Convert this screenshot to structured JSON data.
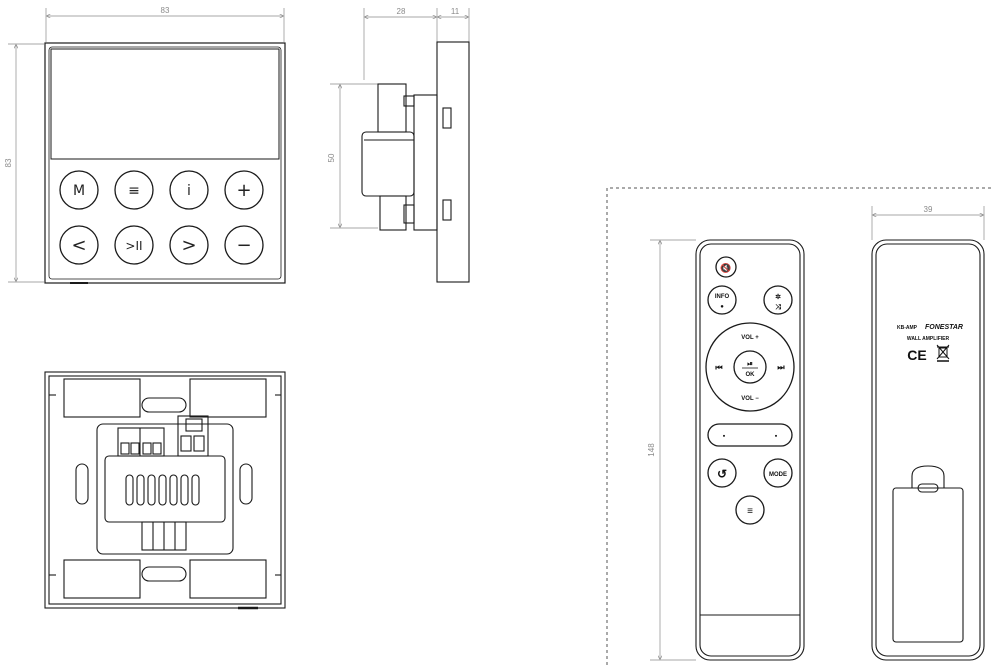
{
  "front_view": {
    "width_dim": "83",
    "height_dim": "83",
    "buttons": [
      {
        "label": "M",
        "icon": "mode-m-icon"
      },
      {
        "label": "≡",
        "icon": "menu-icon"
      },
      {
        "label": "i",
        "icon": "info-icon"
      },
      {
        "label": "+",
        "icon": "plus-icon"
      },
      {
        "label": "<",
        "icon": "previous-icon"
      },
      {
        "label": ">II",
        "icon": "play-pause-icon"
      },
      {
        "label": ">",
        "icon": "next-icon"
      },
      {
        "label": "−",
        "icon": "minus-icon"
      }
    ]
  },
  "side_view": {
    "depth_dim": "28",
    "panel_dim": "11",
    "height_dim": "50"
  },
  "remote_front": {
    "height_dim": "148",
    "buttons": {
      "info_label": "INFO",
      "vol_up": "VOL +",
      "vol_down": "VOL −",
      "ok_label": "OK",
      "mode_label": "MODE"
    }
  },
  "remote_back": {
    "width_dim": "39",
    "model": "KB-AMP",
    "brand": "FONESTAR",
    "subtitle": "WALL AMPLIFIER",
    "ce_mark": "CE"
  },
  "colors": {
    "line": "#1a1a1a",
    "dimension": "#8a8a8a"
  }
}
